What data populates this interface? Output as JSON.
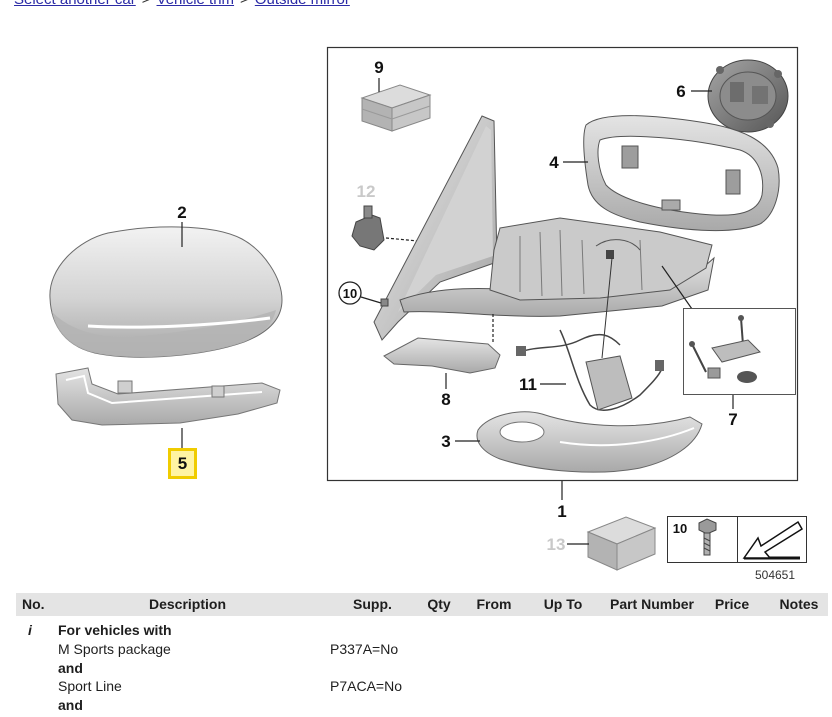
{
  "breadcrumb": {
    "items": [
      "Select another car",
      "Vehicle trim",
      "Outside mirror"
    ],
    "separator": ">"
  },
  "diagram": {
    "callouts": {
      "part_1": "1",
      "part_2": "2",
      "part_3": "3",
      "part_4": "4",
      "part_5": "5",
      "part_6": "6",
      "part_7": "7",
      "part_8": "8",
      "part_9": "9",
      "part_10": "10",
      "part_10_legend": "10",
      "part_11": "11",
      "part_12": "12",
      "part_13": "13"
    },
    "illustration_number": "504651"
  },
  "table": {
    "columns": [
      "No.",
      "Description",
      "Supp.",
      "Qty",
      "From",
      "Up To",
      "Part Number",
      "Price",
      "Notes"
    ],
    "info": {
      "marker": "i",
      "lines": [
        {
          "text": "For vehicles with",
          "supp": "",
          "bold": true
        },
        {
          "text": "M Sports package",
          "supp": "P337A=No",
          "bold": false
        },
        {
          "text": "and",
          "supp": "",
          "bold": true
        },
        {
          "text": "Sport Line",
          "supp": "P7ACA=No",
          "bold": false
        },
        {
          "text": "and",
          "supp": "",
          "bold": true
        }
      ]
    }
  },
  "colors": {
    "link": "#2b2ba6",
    "text": "#1e1e1e",
    "header_bg": "#e4e4e4",
    "callout_inactive": "#c9c9c9",
    "callout_highlight_fill": "#fff4a3",
    "callout_highlight_border": "#f0cc00"
  }
}
